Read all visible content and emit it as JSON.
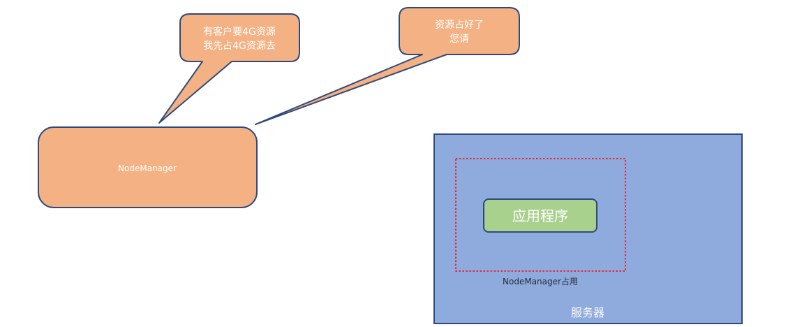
{
  "diagram": {
    "node_manager": {
      "label": "NodeManager"
    },
    "callout_left": {
      "line1": "有客户要4G资源",
      "line2": "我先占4G资源去"
    },
    "callout_right": {
      "line1": "资源占好了",
      "line2": "您请"
    },
    "server": {
      "label": "服务器"
    },
    "reserved_area": {
      "label": "NodeManager占用"
    },
    "application": {
      "label": "应用程序"
    }
  },
  "colors": {
    "orange_fill": "#F4B183",
    "box_border": "#2F4A7A",
    "server_fill": "#8FAADC",
    "app_fill": "#A9D18E",
    "dashed_border": "#FF0000",
    "text_white": "#FFFFFF"
  }
}
